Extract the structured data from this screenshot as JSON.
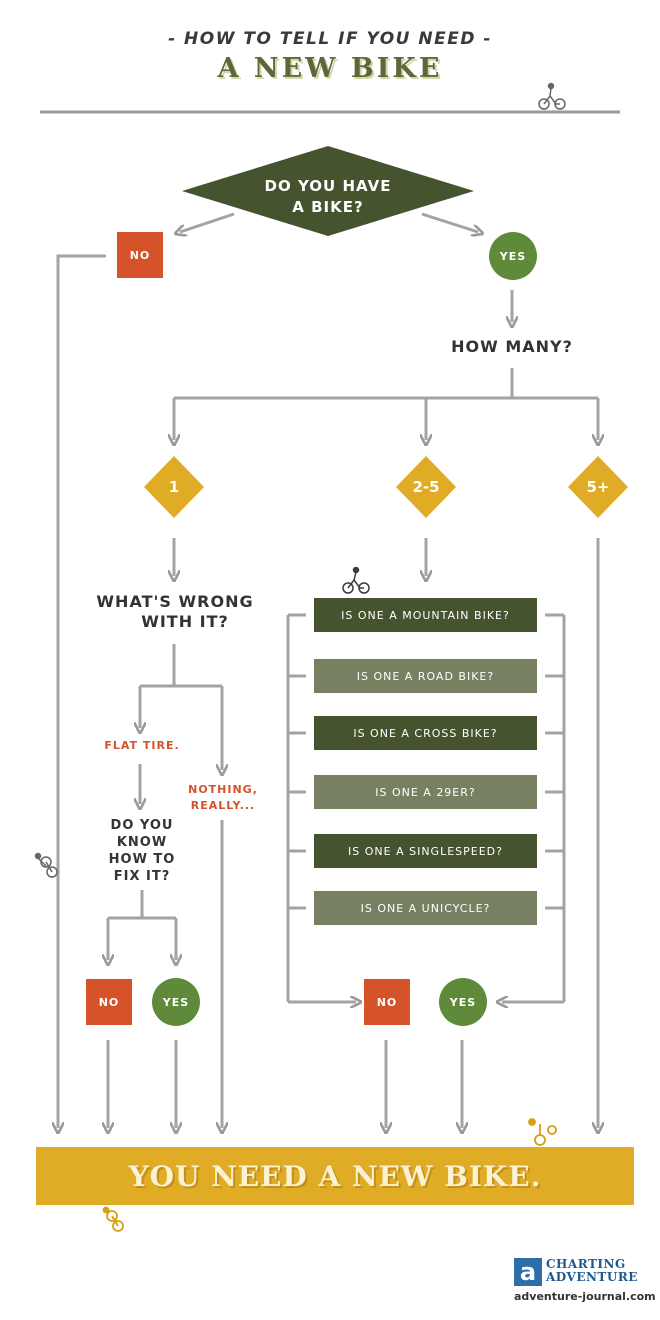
{
  "header": {
    "subtitle": "- HOW TO TELL IF YOU NEED -",
    "title": "A NEW BIKE"
  },
  "start": {
    "question_line1": "DO YOU HAVE",
    "question_line2": "A BIKE?",
    "no_label": "NO",
    "yes_label": "YES"
  },
  "how_many": {
    "question": "HOW MANY?",
    "options": [
      "1",
      "2-5",
      "5+"
    ]
  },
  "one_bike": {
    "question_line1": "WHAT'S WRONG",
    "question_line2": "WITH IT?",
    "flat_tire": "FLAT TIRE.",
    "nothing_line1": "NOTHING,",
    "nothing_line2": "REALLY...",
    "fix_lines": [
      "DO YOU",
      "KNOW",
      "HOW TO",
      "FIX IT?"
    ],
    "no_label": "NO",
    "yes_label": "YES"
  },
  "two_to_five": {
    "questions": [
      "IS ONE A MOUNTAIN BIKE?",
      "IS ONE A ROAD BIKE?",
      "IS ONE A CROSS BIKE?",
      "IS ONE A 29ER?",
      "IS ONE A SINGLESPEED?",
      "IS ONE A UNICYCLE?"
    ],
    "no_label": "NO",
    "yes_label": "YES"
  },
  "result": "YOU NEED A NEW BIKE.",
  "footer": {
    "logo_mark": "a",
    "logo_line1": "CHARTING",
    "logo_line2": "ADVENTURE",
    "url": "adventure-journal.com"
  },
  "colors": {
    "olive_dark": "#46532f",
    "olive_mid": "#788062",
    "orange": "#d5522a",
    "green": "#5f8a3a",
    "mustard": "#e0ab25",
    "arrow_gray": "#9a9a9a"
  },
  "icons": [
    "cyclist-icon",
    "unicycle-icon"
  ]
}
